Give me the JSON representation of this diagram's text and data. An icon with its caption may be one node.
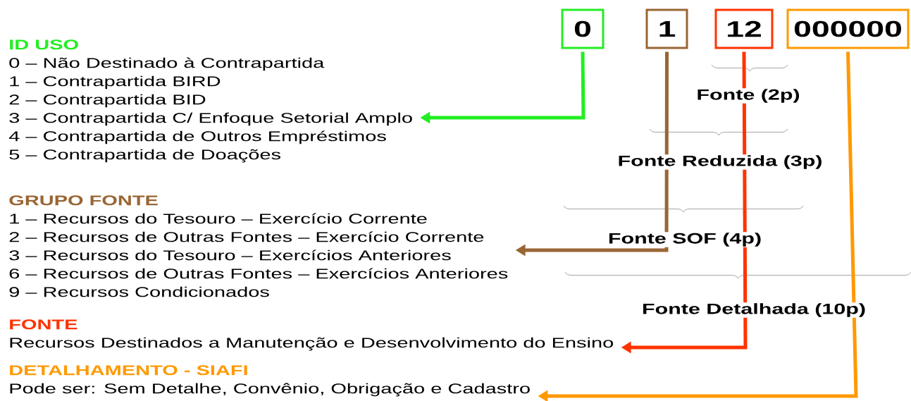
{
  "diagram": {
    "nodes": [
      {
        "text": [
          "0"
        ]
      },
      {
        "text": [
          "1"
        ]
      },
      {
        "text": [
          "12"
        ]
      },
      {
        "text": [
          "000000"
        ]
      },
      {
        "text": [
          "ID USO",
          "0 – Não Destinado à Contrapartida",
          "1 – Contrapartida BIRD",
          "2 – Contrapartida BID",
          "3 – Contrapartida C/ Enfoque Setorial Amplo",
          "4 – Contrapartida de Outros Empréstimos",
          "5 – Contrapartida de Doações"
        ]
      },
      {
        "text": [
          "GRUPO FONTE",
          "1 – Recursos do Tesouro – Exercício Corrente",
          "2 – Recursos de Outras Fontes – Exercício Corrente",
          "3 – Recursos do Tesouro – Exercícios Anteriores",
          "6 – Recursos de Outras Fontes – Exercícios Anteriores",
          "9 – Recursos Condicionados"
        ]
      },
      {
        "text": [
          "FONTE",
          "Recursos Destinados a Manutenção e Desenvolvimento do Ensino"
        ]
      },
      {
        "text": [
          "DETALHAMENTO - SIAFI",
          "Pode ser: Sem Detalhe, Convênio, Obrigação e Cadastro"
        ]
      }
    ],
    "edges": [
      {
        "from": 0,
        "to": 4,
        "arrow": "to",
        "color": "#22ee22"
      },
      {
        "from": 1,
        "to": 5,
        "arrow": "to",
        "color": "#996633"
      },
      {
        "from": 2,
        "to": 6,
        "arrow": "to",
        "color": "#ff3300"
      },
      {
        "from": 3,
        "to": 7,
        "arrow": "to",
        "color": "#ff9900"
      }
    ],
    "labels": [
      "Fonte (2p)",
      "Fonte Reduzida (3p)",
      "Fonte SOF (4p)",
      "Fonte Detalhada (10p)"
    ]
  }
}
